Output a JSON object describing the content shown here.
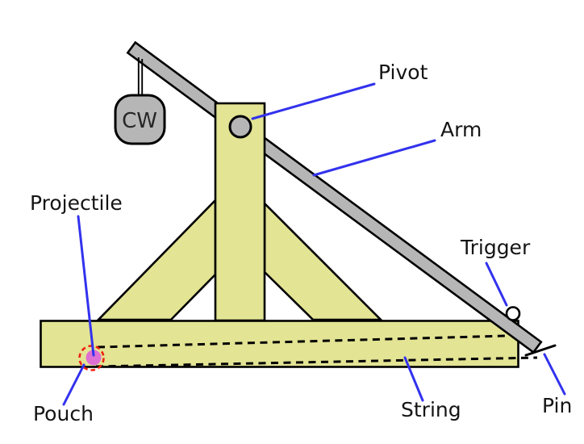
{
  "diagram": {
    "name": "Trebuchet labeled diagram",
    "counterweight_label": "CW",
    "labels": {
      "pivot": "Pivot",
      "arm": "Arm",
      "trigger": "Trigger",
      "pin": "Pin",
      "string": "String",
      "pouch": "Pouch",
      "projectile": "Projectile"
    },
    "colors": {
      "wood": "#e3e494",
      "metal": "#b6b6b6",
      "outline": "#000000",
      "leader_line": "#3232ee",
      "projectile": "#df6fd3",
      "pouch": "#ee2211",
      "trigger_fill": "#ffffff",
      "label_text": "#141414"
    }
  }
}
